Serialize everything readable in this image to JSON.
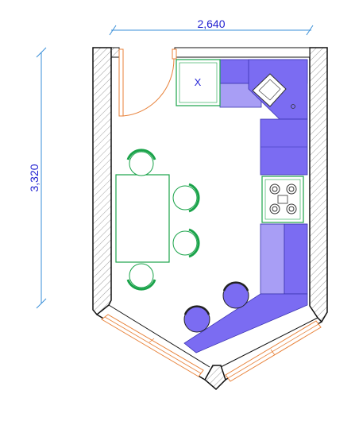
{
  "dimensions": {
    "width_label": "2,640",
    "height_label": "3,320"
  },
  "appliance_mark": "X",
  "colors": {
    "wall_fill": "#ffffff",
    "wall_stroke": "#111111",
    "hatch": "#9a9a9a",
    "counter_dark": "#7b6cf2",
    "counter_light": "#a89ef5",
    "furniture_green": "#1aa34a",
    "window_orange": "#e8823a",
    "dimension_blue": "#1f1fd0"
  }
}
